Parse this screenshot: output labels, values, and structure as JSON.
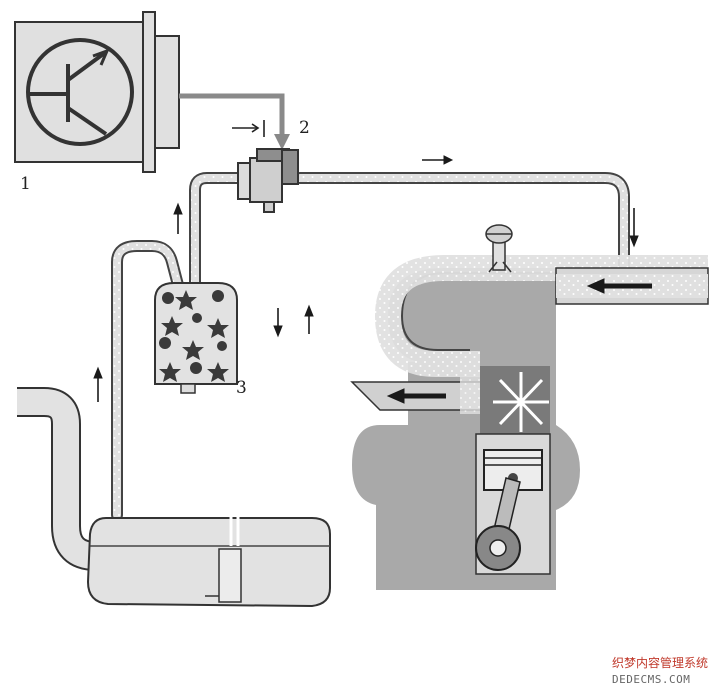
{
  "labels": {
    "ecu": "1",
    "solenoid": "2",
    "canister": "3"
  },
  "watermark": {
    "line1": "织梦内容管理系统",
    "line2": "DEDECMS.COM"
  },
  "icons": {
    "ecu": "transistor-symbol-icon",
    "spark": "spark-burst-icon",
    "valve": "throttle-valve-icon"
  },
  "colors": {
    "stroke": "#333333",
    "body_fill": "#e2e2e2",
    "engine_fill": "#a9a9a9",
    "pipe_fill": "#dedede",
    "arrow": "#1a1a1a"
  }
}
